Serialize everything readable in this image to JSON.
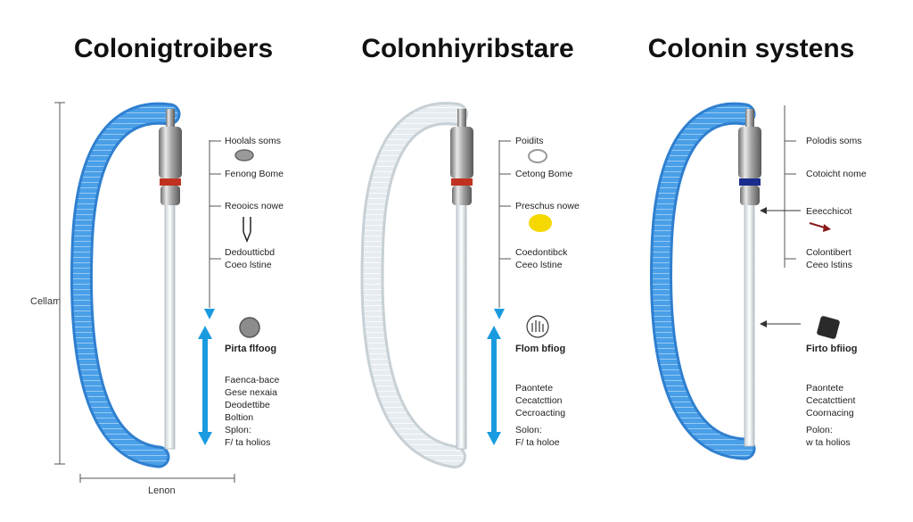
{
  "panels": [
    {
      "title": "Colonigtroibers",
      "tube_color": "#4a9fe8",
      "band_color": "#c0321f",
      "labels": [
        "Hoolals soms",
        "Fenong Bome",
        "Reooics nowe",
        "Dedoutticbd\nCoeo lstine",
        "Pirta flfoog",
        "Faenca-bace\nGese nexaia\nDeodettibe\nBoltion",
        "Splon:\nF/ ta holios"
      ]
    },
    {
      "title": "Colonhiyribstare",
      "tube_color": "#dfe6ea",
      "band_color": "#c0321f",
      "labels": [
        "Poidits",
        "Cetong Bome",
        "Preschus nowe",
        "Coedontibck\nCeeo lstine",
        "Flom bfiog",
        "Paontete\nCecatcttion\nCecroacting",
        "Solon:\nF/ ta holoe"
      ]
    },
    {
      "title": "Colonin systens",
      "tube_color": "#4a9fe8",
      "band_color": "#1a2d8c",
      "labels": [
        "Polodis soms",
        "Cotoicht nome",
        "Eeecchicot",
        "Colontibert\nCeeo lstins",
        "Firto bfiiog",
        "Paontete\nCecatcttient\nCoornacing",
        "Polon:\nw ta holios"
      ]
    }
  ],
  "axis": {
    "vertical_label": "Cellam",
    "horizontal_label": "Lenon"
  },
  "colors": {
    "arrow": "#1a9be0",
    "dark_red": "#8b1a1a",
    "yellow": "#f5d800"
  }
}
